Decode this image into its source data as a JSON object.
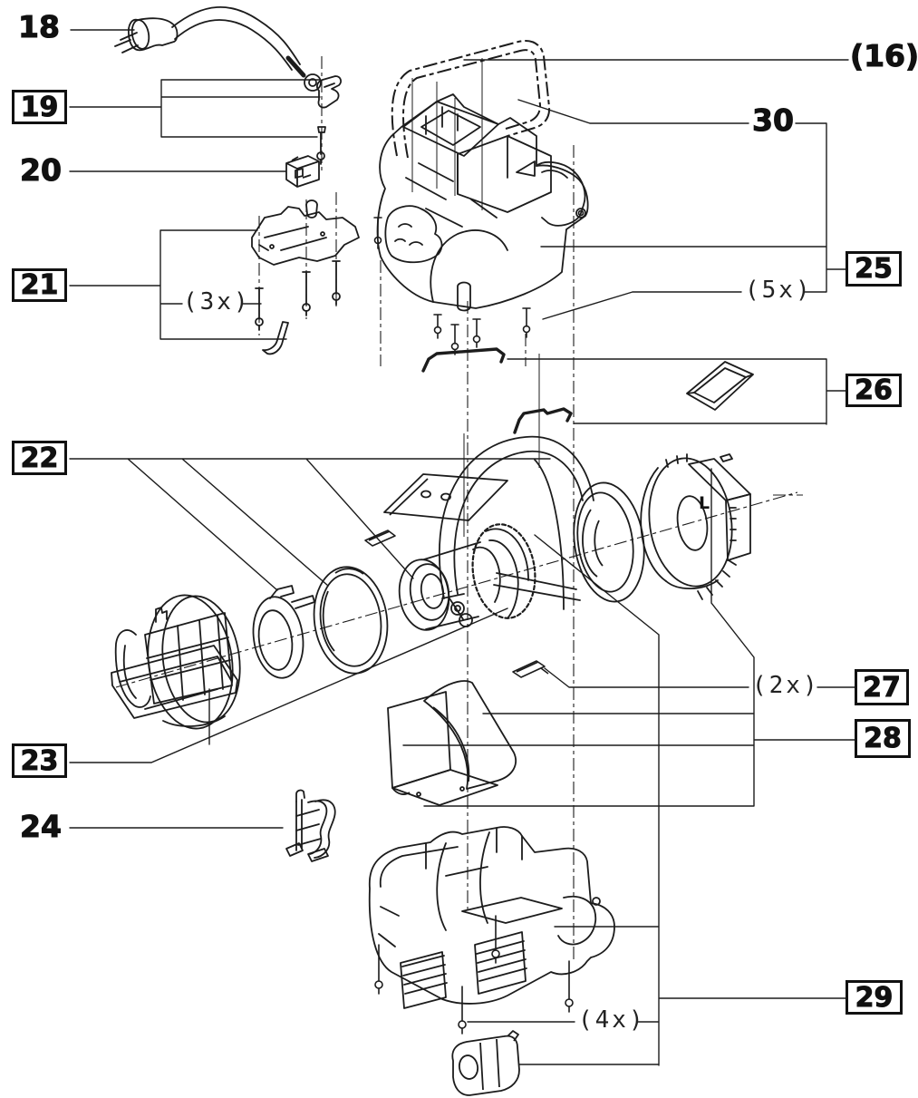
{
  "figure": {
    "type": "exploded-parts-diagram",
    "background_color": "#ffffff",
    "line_color": "#1c1c1c"
  },
  "labels": {
    "n16": "(16)",
    "n18": "18",
    "n19": "19",
    "n20": "20",
    "n21": "21",
    "n22": "22",
    "n23": "23",
    "n24": "24",
    "n25": "25",
    "n26": "26",
    "n27": "27",
    "n28": "28",
    "n29": "29",
    "n30": "30",
    "q21": "(3x)",
    "q25": "(5x)",
    "q27": "(2x)",
    "q29": "(4x)",
    "mark_l": "L"
  }
}
